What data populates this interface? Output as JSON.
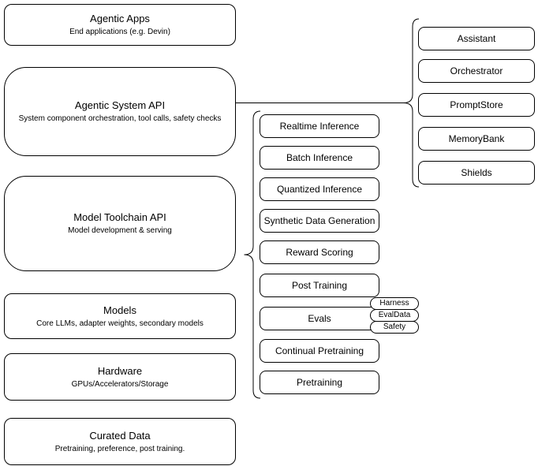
{
  "diagram": {
    "layers": [
      {
        "title": "Agentic Apps",
        "subtitle": "End applications (e.g. Devin)"
      },
      {
        "title": "Agentic System API",
        "subtitle": "System component orchestration, tool calls, safety checks"
      },
      {
        "title": "Model Toolchain API",
        "subtitle": "Model development & serving"
      },
      {
        "title": "Models",
        "subtitle": "Core LLMs, adapter weights, secondary models"
      },
      {
        "title": "Hardware",
        "subtitle": "GPUs/Accelerators/Storage"
      },
      {
        "title": "Curated Data",
        "subtitle": "Pretraining, preference, post training."
      }
    ],
    "toolchain_services": [
      "Realtime Inference",
      "Batch Inference",
      "Quantized Inference",
      "Synthetic Data Generation",
      "Reward Scoring",
      "Post Training",
      "Evals",
      "Continual Pretraining",
      "Pretraining"
    ],
    "evals_tags": [
      "Harness",
      "EvalData",
      "Safety"
    ],
    "system_components": [
      "Assistant",
      "Orchestrator",
      "PromptStore",
      "MemoryBank",
      "Shields"
    ],
    "colors": {
      "stroke": "#000000",
      "background": "#ffffff"
    }
  }
}
